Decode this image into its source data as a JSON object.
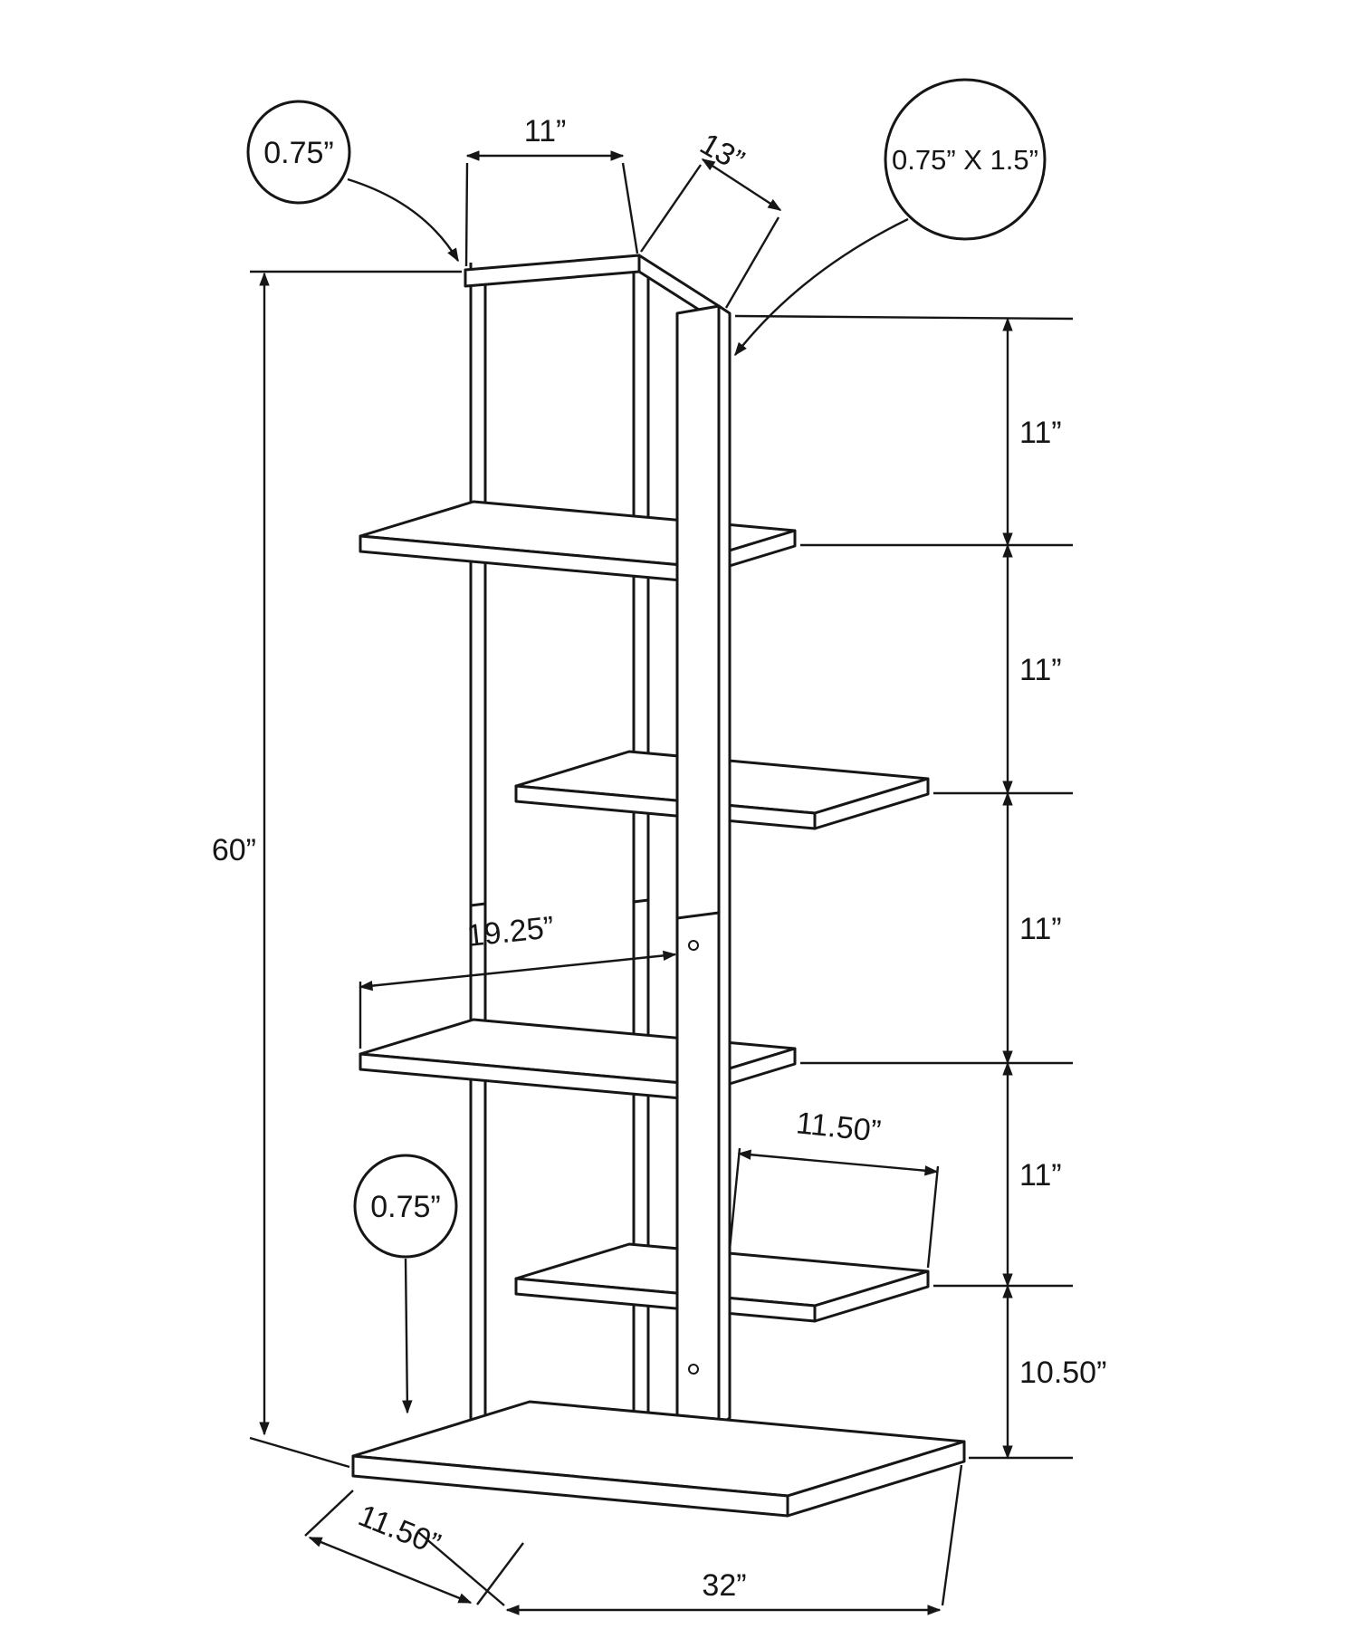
{
  "page": {
    "background": "#ffffff",
    "ink": "#161616"
  },
  "diagram": {
    "callouts": {
      "frame_tube": "0.75”",
      "post_tube": "0.75” X 1.5”",
      "shelf_thickness": "0.75”"
    },
    "dimensions": {
      "frame_depth": "11”",
      "connector_length": "13”",
      "overall_height": "60”",
      "shelf_reach": "19.25”",
      "gap_1": "11”",
      "gap_2": "11”",
      "gap_3": "11”",
      "gap_4": "11”",
      "bottom_gap": "10.50”",
      "upper_shelf_depth": "11.50”",
      "base_side_depth": "11.50”",
      "base_width": "32”"
    }
  }
}
